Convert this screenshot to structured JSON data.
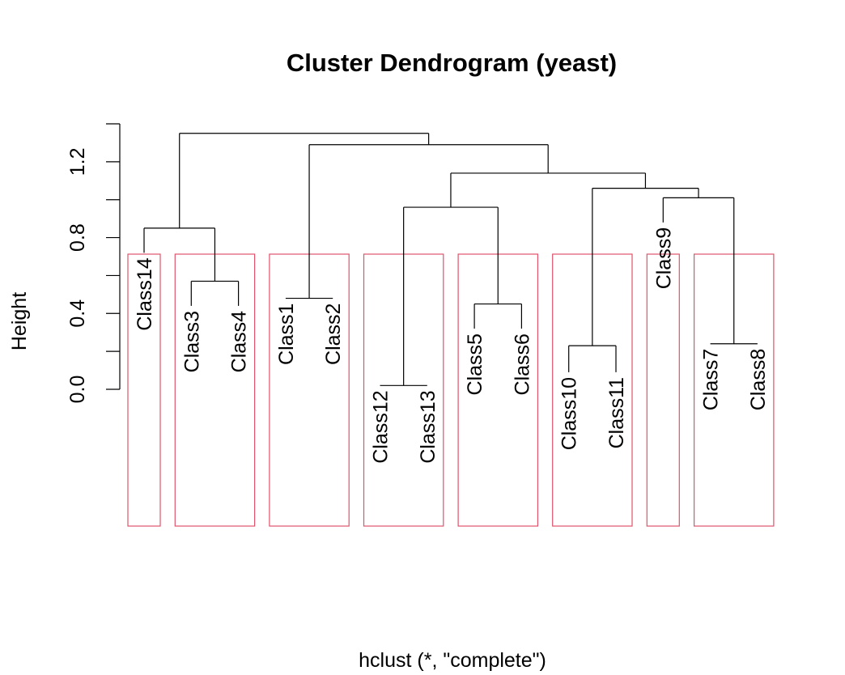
{
  "chart_data": {
    "type": "dendrogram",
    "title": "Cluster Dendrogram (yeast)",
    "xlabel": "hclust (*, \"complete\")",
    "ylabel": "Height",
    "ylim": [
      0.0,
      1.4
    ],
    "y_ticks": [
      0.0,
      0.4,
      0.8,
      1.2
    ],
    "y_tick_labels": [
      "0.0",
      "0.4",
      "0.8",
      "1.2"
    ],
    "leaves": [
      {
        "label": "Class14",
        "height": 0.72
      },
      {
        "label": "Class3",
        "height": 0.44
      },
      {
        "label": "Class4",
        "height": 0.44
      },
      {
        "label": "Class1",
        "height": 0.48
      },
      {
        "label": "Class2",
        "height": 0.48
      },
      {
        "label": "Class12",
        "height": 0.02
      },
      {
        "label": "Class13",
        "height": 0.02
      },
      {
        "label": "Class5",
        "height": 0.32
      },
      {
        "label": "Class6",
        "height": 0.32
      },
      {
        "label": "Class10",
        "height": 0.09
      },
      {
        "label": "Class11",
        "height": 0.09
      },
      {
        "label": "Class9",
        "height": 0.88
      },
      {
        "label": "Class7",
        "height": 0.24
      },
      {
        "label": "Class8",
        "height": 0.24
      }
    ],
    "merges": [
      {
        "left": "Class3",
        "right": "Class4",
        "height": 0.57
      },
      {
        "left": "Class1",
        "right": "Class2",
        "height": 0.48
      },
      {
        "left": "Class12",
        "right": "Class13",
        "height": 0.02
      },
      {
        "left": "Class5",
        "right": "Class6",
        "height": 0.45
      },
      {
        "left": "Class10",
        "right": "Class11",
        "height": 0.23
      },
      {
        "left": "Class7",
        "right": "Class8",
        "height": 0.24
      },
      {
        "left": "Class14",
        "right": "Class3+Class4",
        "height": 0.85
      },
      {
        "left": "Class12+Class13",
        "right": "Class5+Class6",
        "height": 0.96
      },
      {
        "left": "Class9",
        "right": "Class7+Class8",
        "height": 1.01
      },
      {
        "left": "Class10+Class11",
        "right": "Class9+Class7+Class8",
        "height": 1.06
      },
      {
        "left": "Class12..Class6",
        "right": "Class10..Class8",
        "height": 1.14
      },
      {
        "left": "Class1+Class2",
        "right": "Class12..Class8",
        "height": 1.29
      },
      {
        "left": "Class14..Class4",
        "right": "Class1..Class8",
        "height": 1.35
      }
    ],
    "cluster_boxes": [
      [
        "Class14"
      ],
      [
        "Class3",
        "Class4"
      ],
      [
        "Class1",
        "Class2"
      ],
      [
        "Class12",
        "Class13"
      ],
      [
        "Class5",
        "Class6"
      ],
      [
        "Class10",
        "Class11"
      ],
      [
        "Class9"
      ],
      [
        "Class7",
        "Class8"
      ]
    ],
    "colors": {
      "tree": "#000000",
      "box": "#DF536B"
    }
  }
}
